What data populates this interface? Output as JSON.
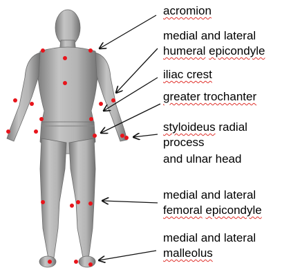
{
  "colors": {
    "background": "#ffffff",
    "body": "#a6a6a6",
    "marker": "#e8141b",
    "arrow": "#111111",
    "spellcheck": "#e0302a"
  },
  "labels": {
    "acromion": "acromion",
    "humeral_1": "medial and lateral",
    "humeral_2a": "humeral",
    "humeral_2b": "epicondyle",
    "iliac": "iliac crest",
    "trochanter": "greater trochanter",
    "styloid_1a": "styloideus",
    "styloid_1b": "radial",
    "styloid_2": "process",
    "styloid_3": "and ulnar head",
    "femoral_1": "medial and lateral",
    "femoral_2a": "femoral",
    "femoral_2b": "epicondyle",
    "malleolus_1": "medial and lateral",
    "malleolus_2": "malleolus"
  }
}
